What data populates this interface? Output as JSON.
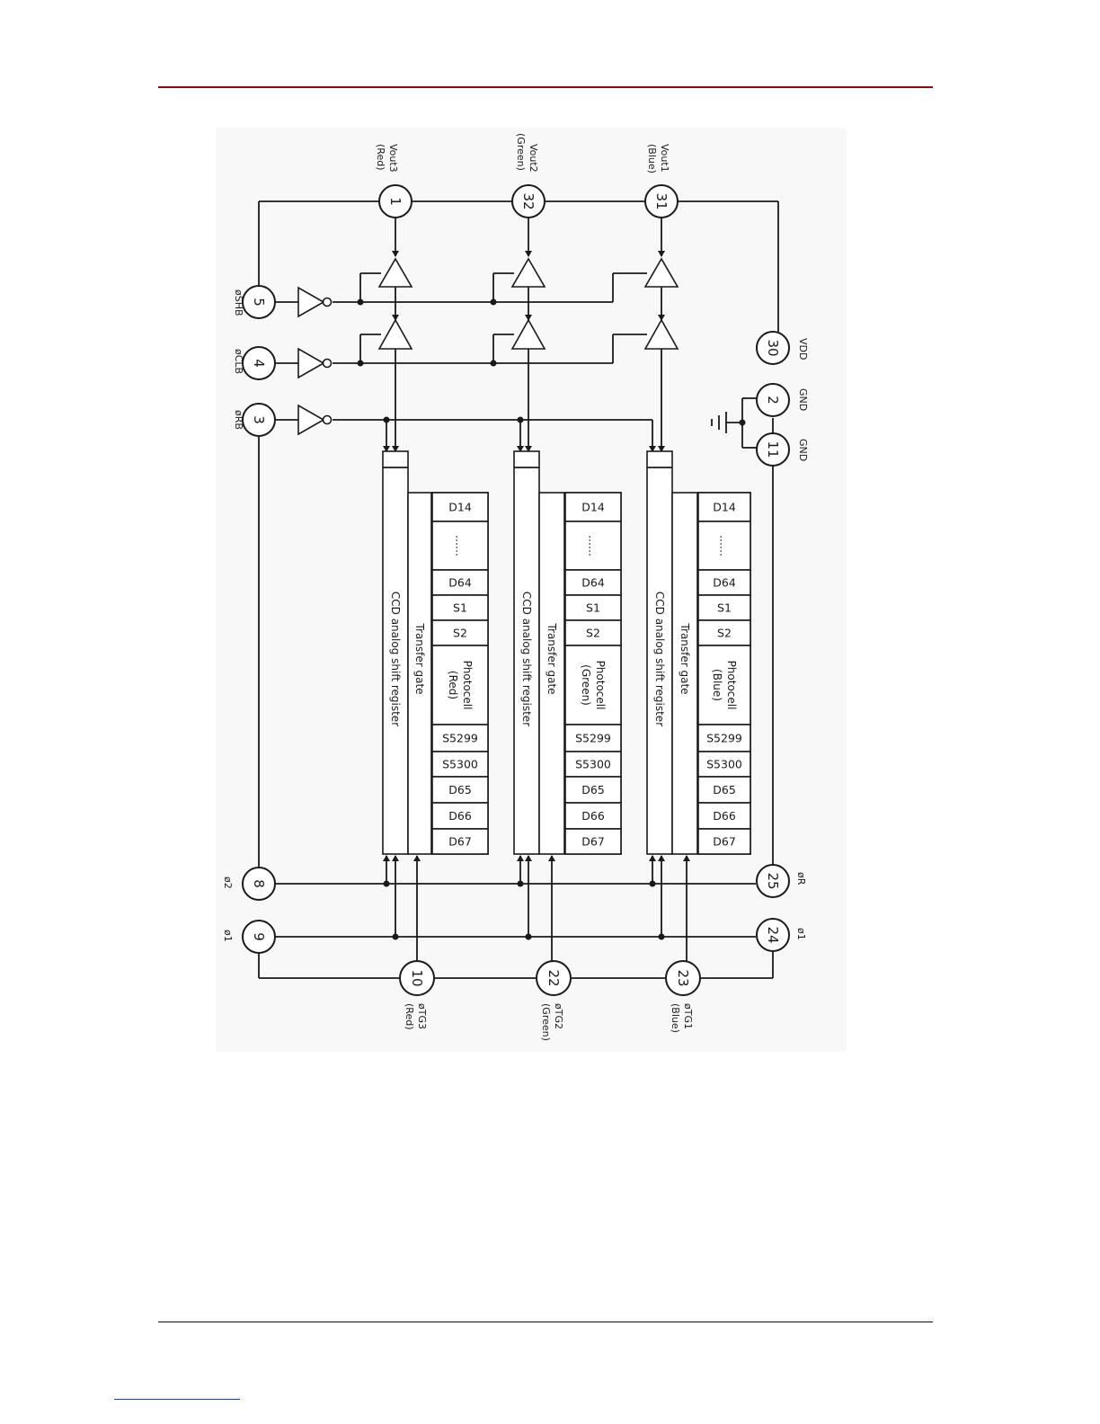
{
  "pins": {
    "p1": "1",
    "p32": "32",
    "p31": "31",
    "p5": "5",
    "p4": "4",
    "p3": "3",
    "p30": "30",
    "p2": "2",
    "p11": "11",
    "p8": "8",
    "p9": "9",
    "p25": "25",
    "p24": "24",
    "p10": "10",
    "p22": "22",
    "p23": "23"
  },
  "signals": {
    "vout3": "Vout3",
    "vout3_color": "(Red)",
    "vout2": "Vout2",
    "vout2_color": "(Green)",
    "vout1": "Vout1",
    "vout1_color": "(Blue)",
    "shb": "øSHB",
    "clb": "øCLB",
    "rb": "øRB",
    "vdd": "VDD",
    "gnd_a": "GND",
    "gnd_b": "GND",
    "phi2_left": "ø2",
    "phi1_left": "ø1",
    "phir_right": "øR",
    "phi1_right": "ø1",
    "tg3": "øTG3",
    "tg3_color": "(Red)",
    "tg2": "øTG2",
    "tg2_color": "(Green)",
    "tg1": "øTG1",
    "tg1_color": "(Blue)"
  },
  "channels": [
    {
      "register": "CCD analog shift register",
      "gate": "Transfer gate",
      "photocell": "Photocell",
      "color": "(Red)",
      "cells": [
        "D14",
        "......",
        "D64",
        "S1",
        "S2",
        "S5299",
        "S5300",
        "D65",
        "D66",
        "D67"
      ]
    },
    {
      "register": "CCD analog shift register",
      "gate": "Transfer gate",
      "photocell": "Photocell",
      "color": "(Green)",
      "cells": [
        "D14",
        "......",
        "D64",
        "S1",
        "S2",
        "S5299",
        "S5300",
        "D65",
        "D66",
        "D67"
      ]
    },
    {
      "register": "CCD analog shift register",
      "gate": "Transfer gate",
      "photocell": "Photocell",
      "color": "(Blue)",
      "cells": [
        "D14",
        "......",
        "D64",
        "S1",
        "S2",
        "S5299",
        "S5300",
        "D65",
        "D66",
        "D67"
      ]
    }
  ],
  "colors": {
    "header_rule": "#7f0d15",
    "footer_link": "#1a3fa8",
    "ink": "#1a1a1a"
  }
}
